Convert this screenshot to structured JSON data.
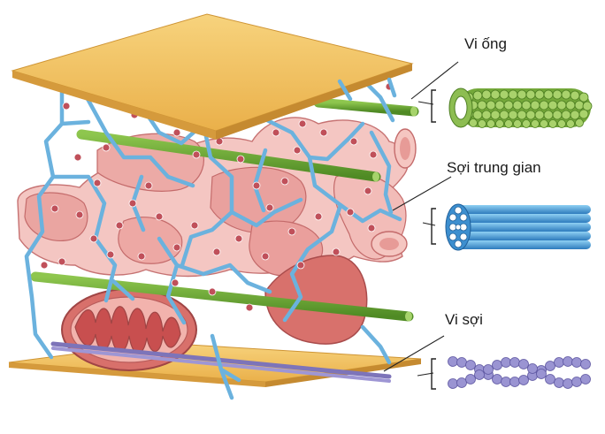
{
  "diagram": {
    "labels": {
      "microtubule": "Vi ống",
      "intermediate_filament": "Sợi trung gian",
      "microfilament": "Vi sợi"
    }
  },
  "colors": {
    "plate": "#f3c45e",
    "plate_edge": "#d9a23c",
    "microtubule": "#7bab3c",
    "intermediate": "#5aa5d6",
    "microfilament": "#8c85c4",
    "er": "#f1b9b4",
    "mitochondrion": "#d8706b",
    "ribosome": "#b2474d",
    "network": "#6bb2de"
  }
}
